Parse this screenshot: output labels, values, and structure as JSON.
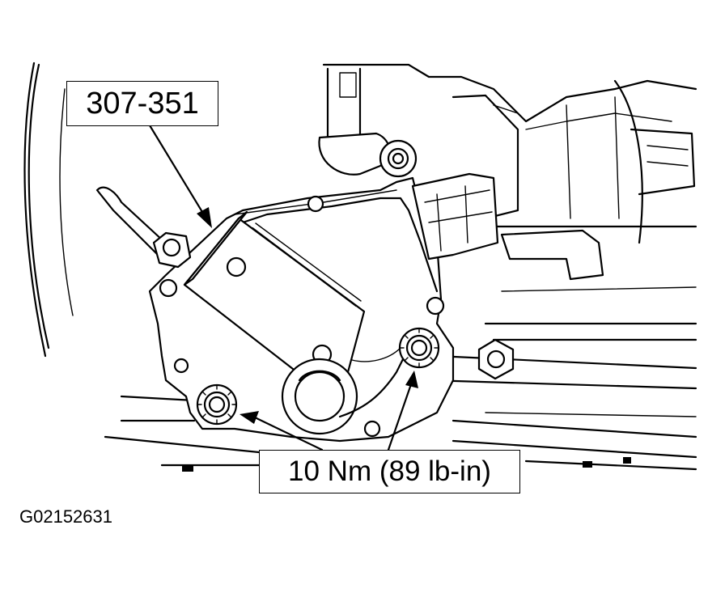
{
  "figure": {
    "tool_label": "307-351",
    "torque_label": "10 Nm (89 lb-in)",
    "figure_id": "G02152631"
  }
}
